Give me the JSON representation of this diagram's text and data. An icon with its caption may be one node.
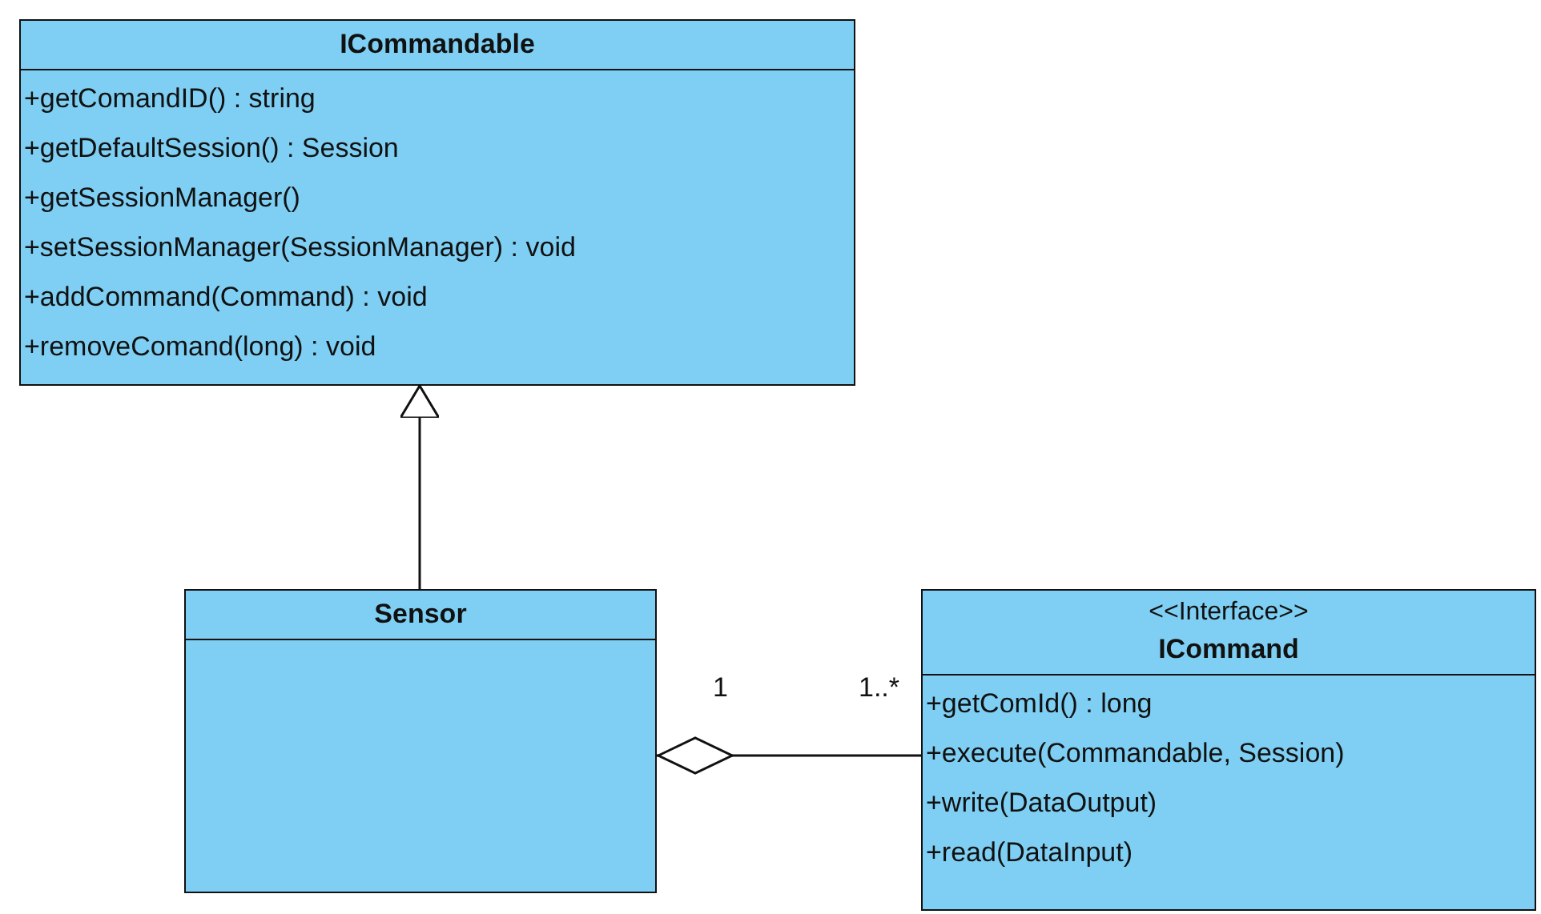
{
  "diagram": {
    "nodes": [
      {
        "text": [
          "ICommandable",
          "+getComandID() : string",
          "+getDefaultSession() : Session",
          "+getSessionManager()",
          "+setSessionManager(SessionManager) : void",
          "+addCommand(Command) : void",
          "+removeComand(long) : void"
        ]
      },
      {
        "text": [
          "Sensor"
        ]
      },
      {
        "text": [
          "<<Interface>>",
          "ICommand",
          "+getComId() : long",
          "+execute(Commandable, Session)",
          "+write(DataOutput)",
          "+read(DataInput)"
        ]
      }
    ],
    "edges": [
      {
        "from": 1,
        "to": 0,
        "arrow": "to"
      },
      {
        "from": 1,
        "to": 2,
        "arrow": "other"
      }
    ],
    "labels": [
      "1",
      "1..*"
    ]
  }
}
